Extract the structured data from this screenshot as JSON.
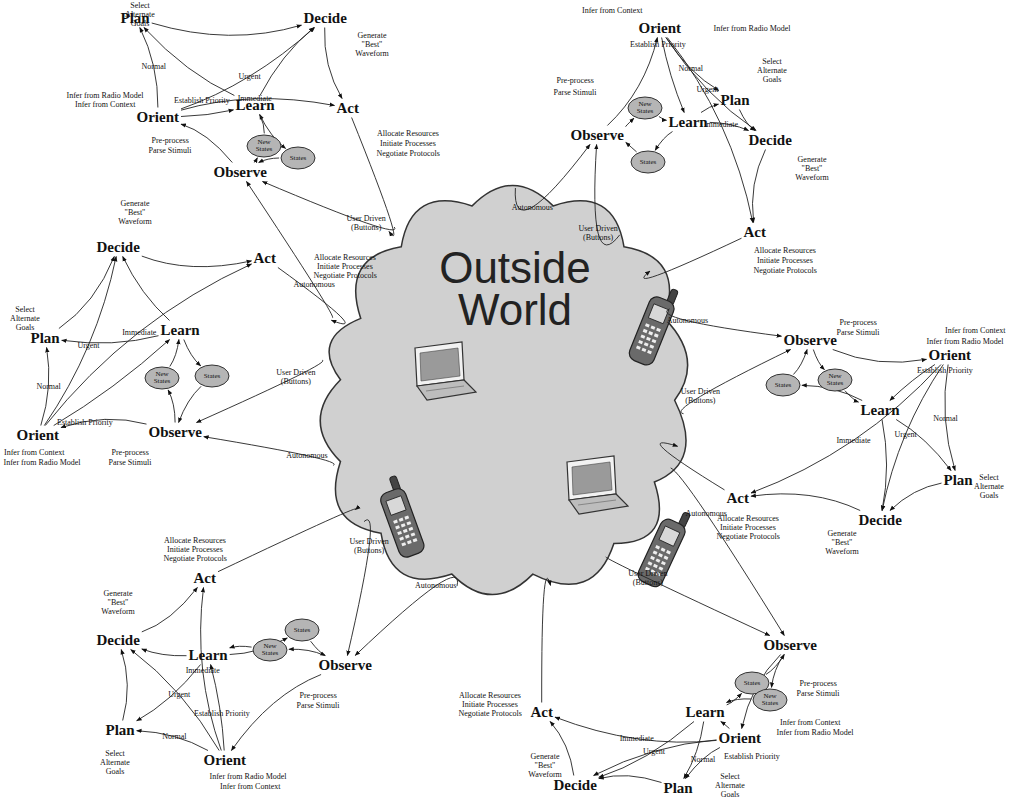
{
  "diagram": {
    "nodes": [
      {
        "text": [
          "Outside World"
        ]
      },
      {
        "text": [
          "Observe"
        ]
      },
      {
        "text": [
          "Orient"
        ]
      },
      {
        "text": [
          "Plan"
        ]
      },
      {
        "text": [
          "Decide"
        ]
      },
      {
        "text": [
          "Act"
        ]
      },
      {
        "text": [
          "Learn"
        ]
      },
      {
        "text": [
          "States"
        ]
      },
      {
        "text": [
          "New States"
        ]
      },
      {
        "text": [
          "Observe"
        ]
      },
      {
        "text": [
          "Orient"
        ]
      },
      {
        "text": [
          "Plan"
        ]
      },
      {
        "text": [
          "Decide"
        ]
      },
      {
        "text": [
          "Act"
        ]
      },
      {
        "text": [
          "Learn"
        ]
      },
      {
        "text": [
          "States"
        ]
      },
      {
        "text": [
          "New States"
        ]
      },
      {
        "text": [
          "Observe"
        ]
      },
      {
        "text": [
          "Orient"
        ]
      },
      {
        "text": [
          "Plan"
        ]
      },
      {
        "text": [
          "Decide"
        ]
      },
      {
        "text": [
          "Act"
        ]
      },
      {
        "text": [
          "Learn"
        ]
      },
      {
        "text": [
          "States"
        ]
      },
      {
        "text": [
          "New States"
        ]
      },
      {
        "text": [
          "Observe"
        ]
      },
      {
        "text": [
          "Orient"
        ]
      },
      {
        "text": [
          "Plan"
        ]
      },
      {
        "text": [
          "Decide"
        ]
      },
      {
        "text": [
          "Act"
        ]
      },
      {
        "text": [
          "Learn"
        ]
      },
      {
        "text": [
          "States"
        ]
      },
      {
        "text": [
          "New States"
        ]
      },
      {
        "text": [
          "Observe"
        ]
      },
      {
        "text": [
          "Orient"
        ]
      },
      {
        "text": [
          "Plan"
        ]
      },
      {
        "text": [
          "Decide"
        ]
      },
      {
        "text": [
          "Act"
        ]
      },
      {
        "text": [
          "Learn"
        ]
      },
      {
        "text": [
          "States"
        ]
      },
      {
        "text": [
          "New States"
        ]
      },
      {
        "text": [
          "Observe"
        ]
      },
      {
        "text": [
          "Orient"
        ]
      },
      {
        "text": [
          "Plan"
        ]
      },
      {
        "text": [
          "Decide"
        ]
      },
      {
        "text": [
          "Act"
        ]
      },
      {
        "text": [
          "Learn"
        ]
      },
      {
        "text": [
          "States"
        ]
      },
      {
        "text": [
          "New States"
        ]
      }
    ],
    "edges": [
      {
        "from": 1,
        "to": 2,
        "arrow": "to"
      },
      {
        "from": 2,
        "to": 3,
        "label": "Normal",
        "arrow": "to"
      },
      {
        "from": 2,
        "to": 4,
        "label": "Urgent",
        "arrow": "to"
      },
      {
        "from": 2,
        "to": 5,
        "label": "Immediate",
        "arrow": "to"
      },
      {
        "from": 3,
        "to": 4,
        "arrow": "to"
      },
      {
        "from": 4,
        "to": 5,
        "arrow": "to"
      },
      {
        "from": 1,
        "to": 8,
        "arrow": "to"
      },
      {
        "from": 8,
        "to": 6,
        "arrow": "to"
      },
      {
        "from": 6,
        "to": 7,
        "arrow": "to"
      },
      {
        "from": 7,
        "to": 1,
        "arrow": "to"
      },
      {
        "from": 6,
        "to": 3,
        "arrow": "to"
      },
      {
        "from": 6,
        "to": 4,
        "arrow": "to"
      },
      {
        "from": 2,
        "to": 6,
        "arrow": "to"
      },
      {
        "from": 5,
        "to": 0,
        "arrow": "to"
      },
      {
        "from": 0,
        "to": 1,
        "label": "User Driven (Buttons)",
        "arrow": "to"
      },
      {
        "from": 0,
        "to": 1,
        "label": "Autonomous",
        "arrow": "to"
      },
      {
        "from": 9,
        "to": 10,
        "arrow": "to"
      },
      {
        "from": 10,
        "to": 11,
        "label": "Normal",
        "arrow": "to"
      },
      {
        "from": 10,
        "to": 12,
        "label": "Urgent",
        "arrow": "to"
      },
      {
        "from": 10,
        "to": 13,
        "label": "Immediate",
        "arrow": "to"
      },
      {
        "from": 11,
        "to": 12,
        "arrow": "to"
      },
      {
        "from": 12,
        "to": 13,
        "arrow": "to"
      },
      {
        "from": 9,
        "to": 16,
        "arrow": "to"
      },
      {
        "from": 16,
        "to": 14,
        "arrow": "to"
      },
      {
        "from": 14,
        "to": 15,
        "arrow": "to"
      },
      {
        "from": 15,
        "to": 9,
        "arrow": "to"
      },
      {
        "from": 14,
        "to": 11,
        "arrow": "to"
      },
      {
        "from": 14,
        "to": 12,
        "arrow": "to"
      },
      {
        "from": 10,
        "to": 14,
        "arrow": "to"
      },
      {
        "from": 13,
        "to": 0,
        "arrow": "to"
      },
      {
        "from": 0,
        "to": 9,
        "label": "User Driven (Buttons)",
        "arrow": "to"
      },
      {
        "from": 0,
        "to": 9,
        "label": "Autonomous",
        "arrow": "to"
      },
      {
        "from": 17,
        "to": 18,
        "arrow": "to"
      },
      {
        "from": 18,
        "to": 19,
        "label": "Normal",
        "arrow": "to"
      },
      {
        "from": 18,
        "to": 20,
        "label": "Urgent",
        "arrow": "to"
      },
      {
        "from": 18,
        "to": 21,
        "label": "Immediate",
        "arrow": "to"
      },
      {
        "from": 19,
        "to": 20,
        "arrow": "to"
      },
      {
        "from": 20,
        "to": 21,
        "arrow": "to"
      },
      {
        "from": 17,
        "to": 24,
        "arrow": "to"
      },
      {
        "from": 24,
        "to": 22,
        "arrow": "to"
      },
      {
        "from": 22,
        "to": 23,
        "arrow": "to"
      },
      {
        "from": 23,
        "to": 17,
        "arrow": "to"
      },
      {
        "from": 22,
        "to": 19,
        "arrow": "to"
      },
      {
        "from": 22,
        "to": 20,
        "arrow": "to"
      },
      {
        "from": 18,
        "to": 22,
        "arrow": "to"
      },
      {
        "from": 21,
        "to": 0,
        "arrow": "to"
      },
      {
        "from": 0,
        "to": 17,
        "label": "User Driven (Buttons)",
        "arrow": "to"
      },
      {
        "from": 0,
        "to": 17,
        "label": "Autonomous",
        "arrow": "to"
      },
      {
        "from": 25,
        "to": 26,
        "arrow": "to"
      },
      {
        "from": 26,
        "to": 27,
        "label": "Normal",
        "arrow": "to"
      },
      {
        "from": 26,
        "to": 28,
        "label": "Urgent",
        "arrow": "to"
      },
      {
        "from": 26,
        "to": 29,
        "label": "Immediate",
        "arrow": "to"
      },
      {
        "from": 27,
        "to": 28,
        "arrow": "to"
      },
      {
        "from": 28,
        "to": 29,
        "arrow": "to"
      },
      {
        "from": 25,
        "to": 32,
        "arrow": "to"
      },
      {
        "from": 32,
        "to": 30,
        "arrow": "to"
      },
      {
        "from": 30,
        "to": 31,
        "arrow": "to"
      },
      {
        "from": 31,
        "to": 25,
        "arrow": "to"
      },
      {
        "from": 30,
        "to": 27,
        "arrow": "to"
      },
      {
        "from": 30,
        "to": 28,
        "arrow": "to"
      },
      {
        "from": 26,
        "to": 30,
        "arrow": "to"
      },
      {
        "from": 29,
        "to": 0,
        "arrow": "to"
      },
      {
        "from": 0,
        "to": 25,
        "label": "User Driven (Buttons)",
        "arrow": "to"
      },
      {
        "from": 0,
        "to": 25,
        "label": "Autonomous",
        "arrow": "to"
      },
      {
        "from": 33,
        "to": 34,
        "arrow": "to"
      },
      {
        "from": 34,
        "to": 35,
        "label": "Normal",
        "arrow": "to"
      },
      {
        "from": 34,
        "to": 36,
        "label": "Urgent",
        "arrow": "to"
      },
      {
        "from": 34,
        "to": 37,
        "label": "Immediate",
        "arrow": "to"
      },
      {
        "from": 35,
        "to": 36,
        "arrow": "to"
      },
      {
        "from": 36,
        "to": 37,
        "arrow": "to"
      },
      {
        "from": 33,
        "to": 40,
        "arrow": "to"
      },
      {
        "from": 40,
        "to": 38,
        "arrow": "to"
      },
      {
        "from": 38,
        "to": 39,
        "arrow": "to"
      },
      {
        "from": 39,
        "to": 33,
        "arrow": "to"
      },
      {
        "from": 38,
        "to": 35,
        "arrow": "to"
      },
      {
        "from": 38,
        "to": 36,
        "arrow": "to"
      },
      {
        "from": 34,
        "to": 38,
        "arrow": "to"
      },
      {
        "from": 37,
        "to": 0,
        "arrow": "to"
      },
      {
        "from": 0,
        "to": 33,
        "label": "User Driven (Buttons)",
        "arrow": "to"
      },
      {
        "from": 0,
        "to": 33,
        "label": "Autonomous",
        "arrow": "to"
      },
      {
        "from": 41,
        "to": 42,
        "arrow": "to"
      },
      {
        "from": 42,
        "to": 43,
        "label": "Normal",
        "arrow": "to"
      },
      {
        "from": 42,
        "to": 44,
        "label": "Urgent",
        "arrow": "to"
      },
      {
        "from": 42,
        "to": 45,
        "label": "Immediate",
        "arrow": "to"
      },
      {
        "from": 43,
        "to": 44,
        "arrow": "to"
      },
      {
        "from": 44,
        "to": 45,
        "arrow": "to"
      },
      {
        "from": 41,
        "to": 48,
        "arrow": "to"
      },
      {
        "from": 48,
        "to": 46,
        "arrow": "to"
      },
      {
        "from": 46,
        "to": 47,
        "arrow": "to"
      },
      {
        "from": 47,
        "to": 41,
        "arrow": "to"
      },
      {
        "from": 46,
        "to": 43,
        "arrow": "to"
      },
      {
        "from": 46,
        "to": 44,
        "arrow": "to"
      },
      {
        "from": 42,
        "to": 46,
        "arrow": "to"
      },
      {
        "from": 45,
        "to": 0,
        "arrow": "to"
      },
      {
        "from": 0,
        "to": 41,
        "label": "User Driven (Buttons)",
        "arrow": "to"
      },
      {
        "from": 0,
        "to": 41,
        "label": "Autonomous",
        "arrow": "to"
      }
    ],
    "labels": [
      "Pre-process",
      "Parse Stimuli",
      "Infer from Context",
      "Infer from Radio Model",
      "Establish Priority",
      "Select Alternate Goals",
      "Generate \"Best\" Waveform",
      "Allocate Resources",
      "Initiate Processes",
      "Negotiate Protocols",
      "Pre-process",
      "Parse Stimuli",
      "Infer from Context",
      "Infer from Radio Model",
      "Establish Priority",
      "Select Alternate Goals",
      "Generate \"Best\" Waveform",
      "Allocate Resources",
      "Initiate Processes",
      "Negotiate Protocols",
      "Pre-process",
      "Parse Stimuli",
      "Infer from Context",
      "Infer from Radio Model",
      "Establish Priority",
      "Select Alternate Goals",
      "Generate \"Best\" Waveform",
      "Allocate Resources",
      "Initiate Processes",
      "Negotiate Protocols",
      "Pre-process",
      "Parse Stimuli",
      "Infer from Context",
      "Infer from Radio Model",
      "Establish Priority",
      "Select Alternate Goals",
      "Generate \"Best\" Waveform",
      "Allocate Resources",
      "Initiate Processes",
      "Negotiate Protocols",
      "Pre-process",
      "Parse Stimuli",
      "Infer from Context",
      "Infer from Radio Model",
      "Establish Priority",
      "Select Alternate Goals",
      "Generate \"Best\" Waveform",
      "Allocate Resources",
      "Initiate Processes",
      "Negotiate Protocols",
      "Pre-process",
      "Parse Stimuli",
      "Infer from Context",
      "Infer from Radio Model",
      "Establish Priority",
      "Select Alternate Goals",
      "Generate \"Best\" Waveform",
      "Allocate Resources",
      "Initiate Processes",
      "Negotiate Protocols"
    ]
  }
}
